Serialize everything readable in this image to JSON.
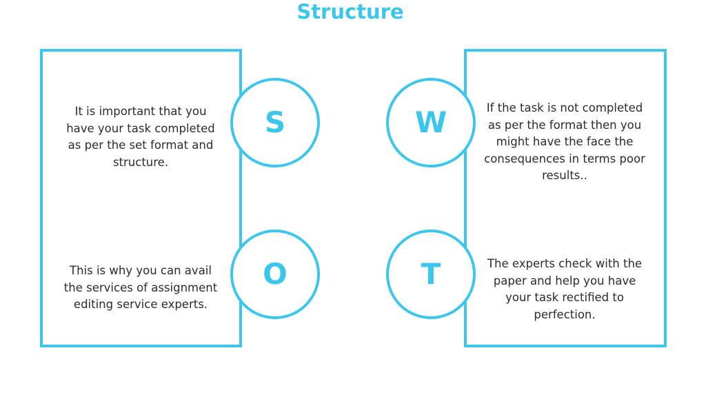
{
  "title": "Structure",
  "accent_color": "#3cc6ec",
  "quadrants": {
    "s": {
      "letter": "S",
      "text": "It is important that you have your task completed as per the set format and structure."
    },
    "w": {
      "letter": "W",
      "text": "If the task is not completed as per the format then you might have the face the consequences in terms poor results.."
    },
    "o": {
      "letter": "O",
      "text": "This is why you can avail the services of assignment editing service experts."
    },
    "t": {
      "letter": "T",
      "text": "The experts check with the paper and help you have your task rectified to perfection."
    }
  }
}
